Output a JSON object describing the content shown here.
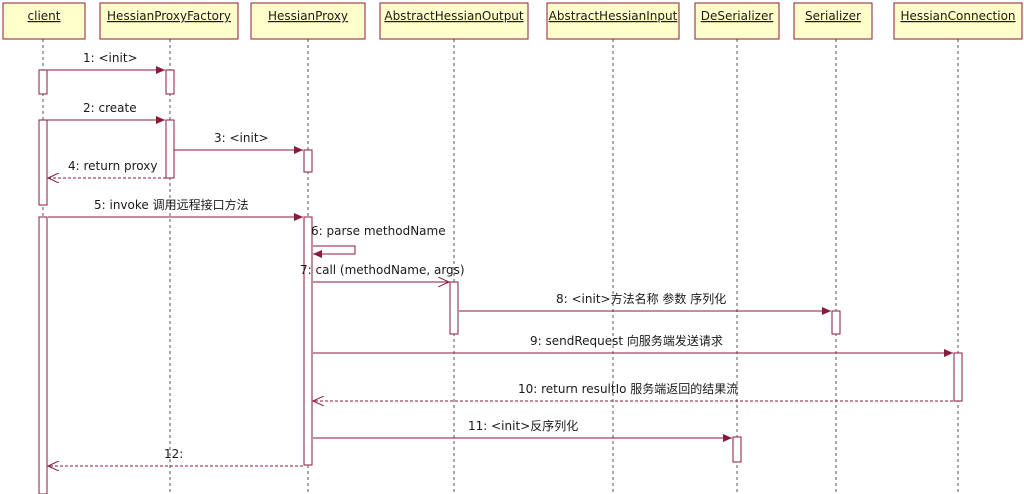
{
  "participants": [
    {
      "id": "client",
      "label": "client"
    },
    {
      "id": "factory",
      "label": "HessianProxyFactory"
    },
    {
      "id": "proxy",
      "label": "HessianProxy"
    },
    {
      "id": "output",
      "label": "AbstractHessianOutput"
    },
    {
      "id": "input",
      "label": "AbstractHessianInput"
    },
    {
      "id": "deser",
      "label": "DeSerializer"
    },
    {
      "id": "ser",
      "label": "Serializer"
    },
    {
      "id": "conn",
      "label": "HessianConnection"
    }
  ],
  "messages": [
    {
      "label": "1: <init>",
      "from": "client",
      "to": "factory",
      "kind": "call"
    },
    {
      "label": "2: create",
      "from": "client",
      "to": "factory",
      "kind": "call"
    },
    {
      "label": "3: <init>",
      "from": "factory",
      "to": "proxy",
      "kind": "call"
    },
    {
      "label": "4: return proxy",
      "from": "factory",
      "to": "client",
      "kind": "return"
    },
    {
      "label": "5: invoke 调用远程接口方法",
      "from": "client",
      "to": "proxy",
      "kind": "call"
    },
    {
      "label": "6: parse methodName",
      "from": "proxy",
      "to": "proxy",
      "kind": "self"
    },
    {
      "label": "7: call (methodName, args)",
      "from": "proxy",
      "to": "output",
      "kind": "call"
    },
    {
      "label": "8: <init>方法名称 参数 序列化",
      "from": "output",
      "to": "ser",
      "kind": "call"
    },
    {
      "label": "9: sendRequest 向服务端发送请求",
      "from": "proxy",
      "to": "conn",
      "kind": "call"
    },
    {
      "label": "10: return resultIo 服务端返回的结果流",
      "from": "conn",
      "to": "proxy",
      "kind": "return"
    },
    {
      "label": "11: <init>反序列化",
      "from": "proxy",
      "to": "deser",
      "kind": "call"
    },
    {
      "label": "12:",
      "from": "proxy",
      "to": "client",
      "kind": "return"
    }
  ]
}
